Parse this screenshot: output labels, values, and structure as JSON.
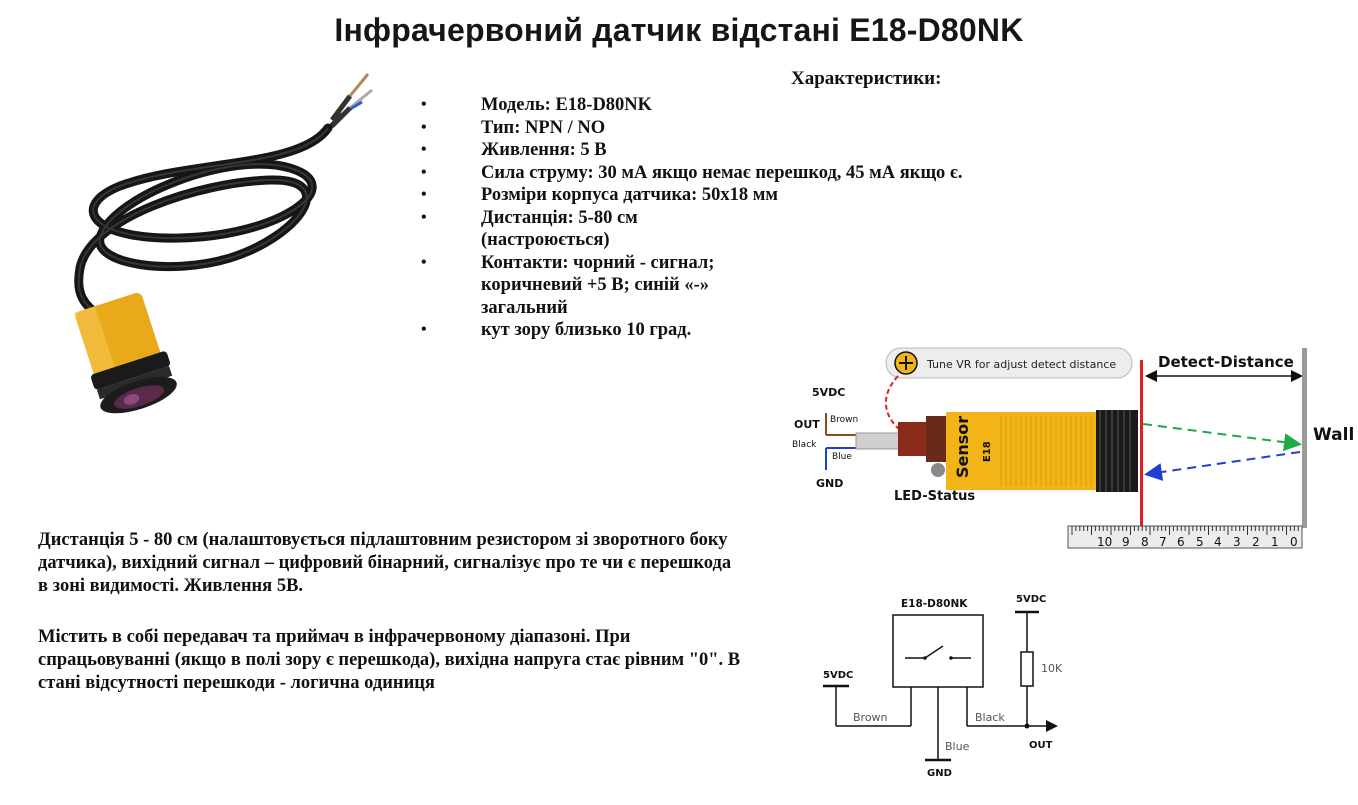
{
  "title": "Інфрачервоний датчик відстані E18-D80NK",
  "specs": {
    "heading": "Характеристики:",
    "items": [
      "Модель: E18-D80NK",
      "Тип: NPN / NO",
      "Живлення: 5 В",
      "Сила струму: 30 мА якщо немає перешкод, 45 мА якщо є.",
      "Розміри корпуса датчика: 50х18 мм",
      "Дистанція: 5-80 см (настроюється)",
      "Контакти: чорний - сигнал; коричневий +5 В; синій «-» загальний",
      "кут зору близько 10 град."
    ]
  },
  "description": {
    "p1": "Дистанція 5 - 80 см (налаштовується підлаштовним резистором зі зворотного боку датчика), вихідний сигнал – цифровий бінарний, сигналізує про те чи є перешкода в зоні видимості. Живлення 5В.",
    "p2": "Містить в собі передавач та приймач в інфрачервоному діапазоні. При спрацьовуванні (якщо в полі зору є перешкода), вихідна напруга стає рівним \"0\". В стані відсутності перешкоди - логична одиниця"
  },
  "detect_diagram": {
    "tune_note": "Tune VR for adjust detect distance",
    "detect_distance": "Detect-Distance",
    "wall": "Wall",
    "vdc": "5VDC",
    "out": "OUT",
    "brown": "Brown",
    "black": "Black",
    "blue": "Blue",
    "gnd": "GND",
    "led_status": "LED-Status",
    "sensor": "Sensor",
    "sensor_model": "E18",
    "ruler_ticks": [
      "10",
      "9",
      "8",
      "7",
      "6",
      "5",
      "4",
      "3",
      "2",
      "1",
      "0"
    ]
  },
  "circuit": {
    "part": "E18-D80NK",
    "vdc_top": "5VDC",
    "vdc_left": "5VDC",
    "resistor": "10K",
    "brown": "Brown",
    "black": "Black",
    "blue": "Blue",
    "out": "OUT",
    "gnd": "GND"
  },
  "colors": {
    "sensor_body": "#f2b417",
    "detect_line": "#e02020",
    "green_ray": "#1faa4a",
    "blue_ray": "#1f3fcf",
    "brown_wire": "#8a4a1a",
    "blue_wire": "#1f3fcf"
  }
}
